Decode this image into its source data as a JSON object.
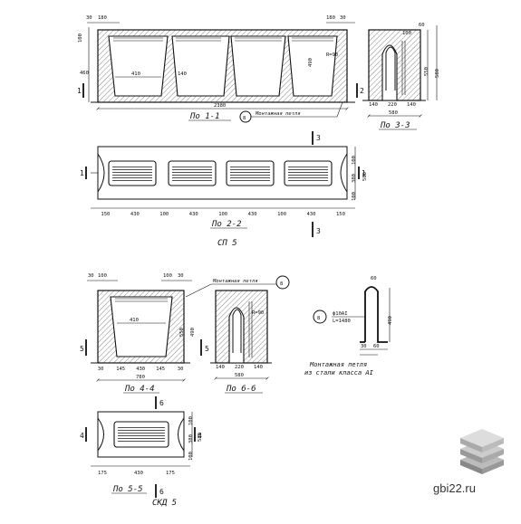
{
  "section_1_1": {
    "title": "По 1-1",
    "marker_1": "1",
    "marker_2": "2",
    "dims_top": [
      "30",
      "180",
      "180",
      "30"
    ],
    "dim_left_top": "100",
    "dim_left_bottom": "460",
    "dim_inner_width": "410",
    "dim_inner_gap": "140",
    "dim_right_height": "490",
    "radius": "R=90",
    "total_length": "2380"
  },
  "section_3_3": {
    "title": "По 3-3",
    "dims_top": [
      "60",
      "100"
    ],
    "dims_right": [
      "550",
      "580"
    ],
    "dims_bottom": [
      "140",
      "220",
      "140"
    ],
    "dim_total": "580"
  },
  "callout_loop": {
    "number": "8",
    "label": "Монтажная петля"
  },
  "plan_sp5": {
    "title": "По 2-2",
    "caption": "СП 5",
    "marker_1": "1",
    "marker_3": "3",
    "dims_bottom": [
      "150",
      "430",
      "100",
      "430",
      "100",
      "430",
      "100",
      "430",
      "150"
    ],
    "dims_right": [
      "100",
      "380",
      "100",
      "580"
    ]
  },
  "section_4_4": {
    "title": "По 4-4",
    "dims_top": [
      "30",
      "100",
      "100",
      "30"
    ],
    "marker_5": "5",
    "dim_inner_width": "410",
    "dim_height_1": "550",
    "dim_height_2": "490",
    "dims_bottom": [
      "30",
      "145",
      "430",
      "145",
      "30"
    ],
    "dim_total": "780"
  },
  "section_6_6": {
    "title": "По 6-6",
    "radius": "R=90",
    "dims_bottom": [
      "140",
      "220",
      "140"
    ],
    "dim_total": "580"
  },
  "loop_detail": {
    "number": "8",
    "rebar_spec": "ф10АI",
    "length_spec": "L=1480",
    "dim_top": "60",
    "dim_height": "490",
    "dim_bottom_1": "30",
    "dim_bottom_2": "60",
    "caption_1": "Монтажная петля",
    "caption_2": "из стали класса АI"
  },
  "plan_sd5": {
    "title": "По 5-5",
    "caption": "СКД 5",
    "marker_4": "4",
    "marker_6": "6",
    "dims_bottom": [
      "175",
      "430",
      "175"
    ],
    "dims_right": [
      "100",
      "380",
      "100",
      "580"
    ]
  },
  "watermark": {
    "text": "gbi22.ru",
    "icon": "stacked-slabs-icon"
  }
}
